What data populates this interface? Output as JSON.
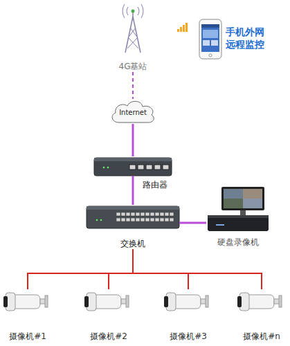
{
  "diagram": {
    "nodes": [
      {
        "text": [
          "4G基站"
        ]
      },
      {
        "text": [
          "手机外网 远程监控"
        ]
      },
      {
        "text": [
          "Internet"
        ]
      },
      {
        "text": [
          "路由器"
        ]
      },
      {
        "text": [
          "交换机"
        ]
      },
      {
        "text": [
          "硬盘录像机"
        ]
      },
      {
        "text": [
          "摄像机#1"
        ]
      },
      {
        "text": [
          "摄像机#2"
        ]
      },
      {
        "text": [
          "摄像机#3"
        ]
      },
      {
        "text": [
          "摄像机#n"
        ]
      }
    ],
    "edges": [
      {
        "from": 0,
        "to": 2,
        "arrow": "none"
      },
      {
        "from": 2,
        "to": 3,
        "arrow": "none"
      },
      {
        "from": 3,
        "to": 4,
        "arrow": "none"
      },
      {
        "from": 4,
        "to": 5,
        "arrow": "none"
      },
      {
        "from": 4,
        "to": 6,
        "arrow": "none"
      },
      {
        "from": 4,
        "to": 7,
        "arrow": "none"
      },
      {
        "from": 4,
        "to": 8,
        "arrow": "none"
      },
      {
        "from": 4,
        "to": 9,
        "arrow": "none"
      }
    ]
  }
}
